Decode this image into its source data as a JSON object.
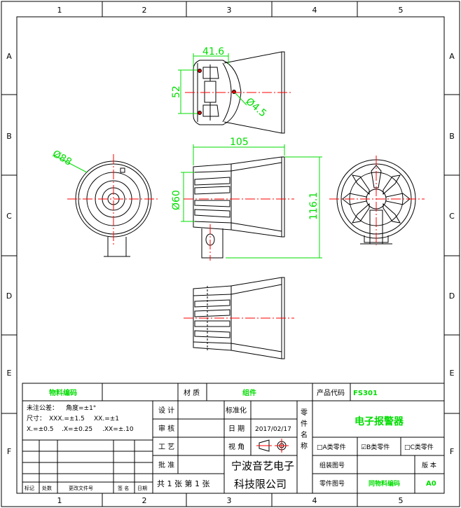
{
  "border": {
    "columns": [
      "1",
      "2",
      "3",
      "4",
      "5"
    ],
    "rows": [
      "A",
      "B",
      "C",
      "D",
      "E",
      "F"
    ]
  },
  "dimensions": {
    "d_41_6": "41.6",
    "d_52": "52",
    "d_4_5": "Ø4.5",
    "d_105": "105",
    "d_88": "Ø88",
    "d_60": "Ø60",
    "d_116_1": "116.1"
  },
  "title_block": {
    "material_code_label": "物料编码",
    "material_label": "材 质",
    "material_value": "组件",
    "product_code_label": "产品代码",
    "product_code_value": "FS301",
    "tolerance_title": "未注公差：",
    "angle_tol": "角度=±1°",
    "size_label": "尺寸：",
    "xxx_tol": "XXX.=±1.5",
    "xx_tol": "XX.=±1",
    "x_tol": "X.=±0.5",
    "x1_tol": ".X=±0.25",
    "xx1_tol": ".XX=±.10",
    "design_label": "设 计",
    "standard_label": "标准化",
    "review_label": "审 核",
    "date_label": "日 期",
    "date_value": "2017/02/17",
    "process_label": "工 艺",
    "view_label": "视 角",
    "approve_label": "批 准",
    "company_line1": "宁波音艺电子",
    "company_line2": "科技限公司",
    "sheets": "共 1 张   第 1 张",
    "part_name_label_1": "零",
    "part_name_label_2": "件",
    "part_name_label_3": "名",
    "part_name_label_4": "称",
    "part_name_value": "电子报警器",
    "class_a": "□A类零件",
    "class_b": "☑B类零件",
    "class_c": "□C类零件",
    "assembly_no_label": "组装图号",
    "version_label": "版 本",
    "part_no_label": "零件图号",
    "part_no_value": "同物料编码",
    "version_value": "A0",
    "rev_mark": "标记",
    "rev_count": "处数",
    "rev_doc": "更改文件号",
    "rev_sign": "签 名",
    "rev_date": "日期"
  },
  "colors": {
    "green": "#00dd00",
    "red": "#ff0000",
    "yellow": "#eeee00",
    "line": "#000000"
  }
}
